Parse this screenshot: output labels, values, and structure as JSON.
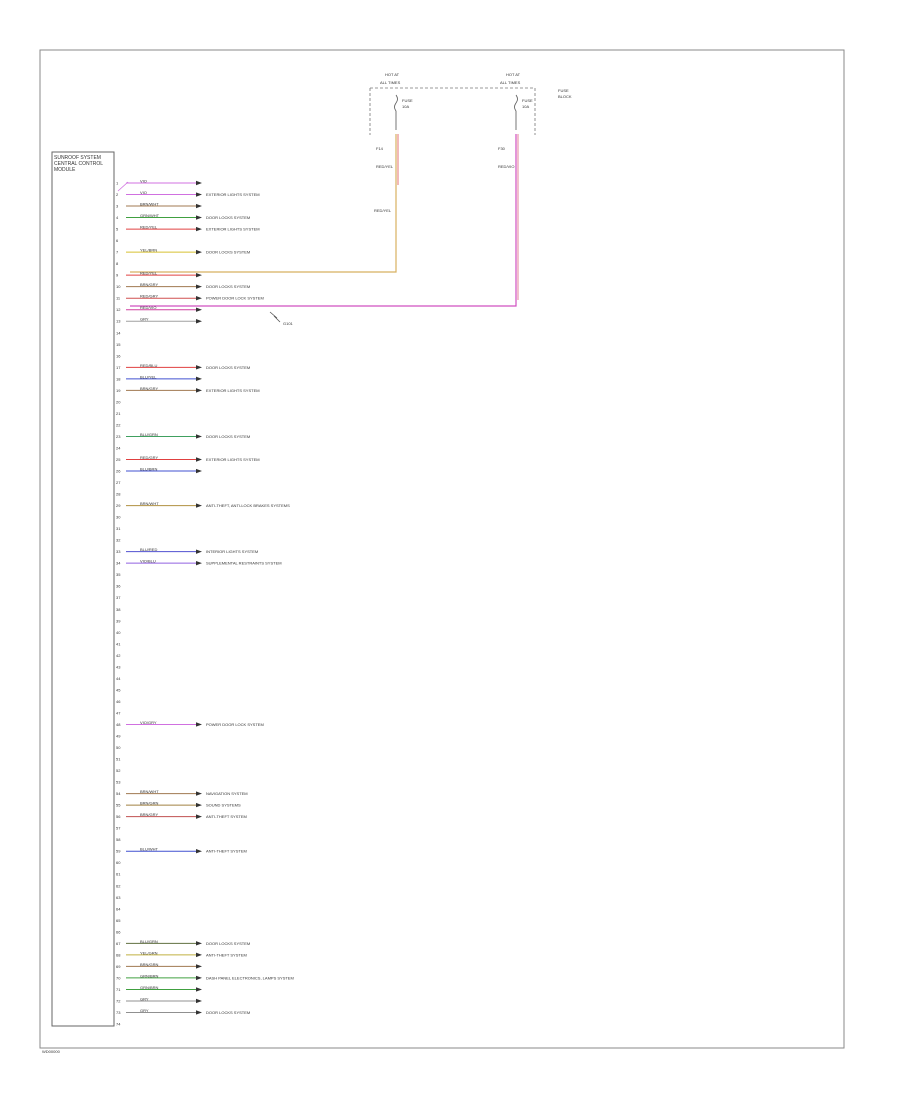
{
  "module": {
    "title_lines": [
      "SUNROOF SYSTEM",
      "CENTRAL CONTROL",
      "MODULE"
    ]
  },
  "fuses": [
    {
      "header_lines": [
        "HOT AT",
        "ALL TIMES"
      ],
      "fuse_label": "FUSE",
      "fuse_rating": "10A",
      "wire_id": "F14",
      "wire_color": "RED/YEL"
    },
    {
      "header_lines": [
        "HOT AT",
        "ALL TIMES"
      ],
      "fuse_label": "FUSE",
      "fuse_rating": "10A",
      "wire_id": "F30",
      "wire_color": "RED/VIO"
    }
  ],
  "fuse_box_label_lines": [
    "FUSE",
    "BLOCK"
  ],
  "ground_label": "G101",
  "connectors": [
    {
      "pin": "1",
      "wire": "VIO",
      "color": "#d070e0",
      "dest": ""
    },
    {
      "pin": "2",
      "wire": "VIO",
      "color": "#d070e0",
      "dest": "EXTERIOR LIGHTS SYSTEM"
    },
    {
      "pin": "3",
      "wire": "BRN/WHT",
      "color": "#a07850",
      "dest": ""
    },
    {
      "pin": "4",
      "wire": "GRN/WHT",
      "color": "#40a040",
      "dest": "DOOR LOCKS SYSTEM"
    },
    {
      "pin": "5",
      "wire": "RED/YEL",
      "color": "#e04040",
      "dest": "EXTERIOR LIGHTS SYSTEM"
    },
    {
      "pin": "6",
      "wire": "",
      "color": "",
      "dest": ""
    },
    {
      "pin": "7",
      "wire": "YEL/BRN",
      "color": "#d8c030",
      "dest": "DOOR LOCKS SYSTEM"
    },
    {
      "pin": "8",
      "wire": "",
      "color": "",
      "dest": ""
    },
    {
      "pin": "9",
      "wire": "RED/YEL",
      "color": "#e04040",
      "dest": ""
    },
    {
      "pin": "10",
      "wire": "BRN/GRY",
      "color": "#a07850",
      "dest": "DOOR LOCKS SYSTEM"
    },
    {
      "pin": "11",
      "wire": "RED/GRY",
      "color": "#d05050",
      "dest": "POWER DOOR LOCK SYSTEM"
    },
    {
      "pin": "12",
      "wire": "RED/VIO",
      "color": "#d040a0",
      "dest": ""
    },
    {
      "pin": "13",
      "wire": "GRY",
      "color": "#a0a0a0",
      "dest": ""
    },
    {
      "pin": "14",
      "wire": "",
      "color": "",
      "dest": ""
    },
    {
      "pin": "15",
      "wire": "",
      "color": "",
      "dest": ""
    },
    {
      "pin": "16",
      "wire": "",
      "color": "",
      "dest": ""
    },
    {
      "pin": "17",
      "wire": "RED/BLU",
      "color": "#e04040",
      "dest": "DOOR LOCKS SYSTEM"
    },
    {
      "pin": "18",
      "wire": "BLU/YEL",
      "color": "#4050d0",
      "dest": ""
    },
    {
      "pin": "19",
      "wire": "BRN/GRY",
      "color": "#a07850",
      "dest": "EXTERIOR LIGHTS SYSTEM"
    },
    {
      "pin": "20",
      "wire": "",
      "color": "",
      "dest": ""
    },
    {
      "pin": "21",
      "wire": "",
      "color": "",
      "dest": ""
    },
    {
      "pin": "22",
      "wire": "",
      "color": "",
      "dest": ""
    },
    {
      "pin": "23",
      "wire": "BLU/GRN",
      "color": "#40a060",
      "dest": "DOOR LOCKS SYSTEM"
    },
    {
      "pin": "24",
      "wire": "",
      "color": "",
      "dest": ""
    },
    {
      "pin": "25",
      "wire": "RED/GRY",
      "color": "#e04040",
      "dest": "EXTERIOR LIGHTS SYSTEM"
    },
    {
      "pin": "26",
      "wire": "BLU/BRN",
      "color": "#4050d0",
      "dest": ""
    },
    {
      "pin": "27",
      "wire": "",
      "color": "",
      "dest": ""
    },
    {
      "pin": "28",
      "wire": "",
      "color": "",
      "dest": ""
    },
    {
      "pin": "29",
      "wire": "BRN/WHT",
      "color": "#b09040",
      "dest": "ANTI-THEFT, ANTI-LOCK BRAKES SYSTEMS"
    },
    {
      "pin": "30",
      "wire": "",
      "color": "",
      "dest": ""
    },
    {
      "pin": "31",
      "wire": "",
      "color": "",
      "dest": ""
    },
    {
      "pin": "32",
      "wire": "",
      "color": "",
      "dest": ""
    },
    {
      "pin": "33",
      "wire": "BLU/RED",
      "color": "#5050d0",
      "dest": "INTERIOR LIGHTS SYSTEM"
    },
    {
      "pin": "34",
      "wire": "VIO/BLU",
      "color": "#9060e0",
      "dest": "SUPPLEMENTAL RESTRAINTS SYSTEM"
    },
    {
      "pin": "35",
      "wire": "",
      "color": "",
      "dest": ""
    },
    {
      "pin": "36",
      "wire": "",
      "color": "",
      "dest": ""
    },
    {
      "pin": "37",
      "wire": "",
      "color": "",
      "dest": ""
    },
    {
      "pin": "38",
      "wire": "",
      "color": "",
      "dest": ""
    },
    {
      "pin": "39",
      "wire": "",
      "color": "",
      "dest": ""
    },
    {
      "pin": "40",
      "wire": "",
      "color": "",
      "dest": ""
    },
    {
      "pin": "41",
      "wire": "",
      "color": "",
      "dest": ""
    },
    {
      "pin": "42",
      "wire": "",
      "color": "",
      "dest": ""
    },
    {
      "pin": "43",
      "wire": "",
      "color": "",
      "dest": ""
    },
    {
      "pin": "44",
      "wire": "",
      "color": "",
      "dest": ""
    },
    {
      "pin": "45",
      "wire": "",
      "color": "",
      "dest": ""
    },
    {
      "pin": "46",
      "wire": "",
      "color": "",
      "dest": ""
    },
    {
      "pin": "47",
      "wire": "",
      "color": "",
      "dest": ""
    },
    {
      "pin": "48",
      "wire": "VIO/GRY",
      "color": "#d070e0",
      "dest": "POWER DOOR LOCK SYSTEM"
    },
    {
      "pin": "49",
      "wire": "",
      "color": "",
      "dest": ""
    },
    {
      "pin": "50",
      "wire": "",
      "color": "",
      "dest": ""
    },
    {
      "pin": "51",
      "wire": "",
      "color": "",
      "dest": ""
    },
    {
      "pin": "52",
      "wire": "",
      "color": "",
      "dest": ""
    },
    {
      "pin": "53",
      "wire": "",
      "color": "",
      "dest": ""
    },
    {
      "pin": "54",
      "wire": "BRN/WHT",
      "color": "#a07850",
      "dest": "NAVIGATION SYSTEM"
    },
    {
      "pin": "55",
      "wire": "BRN/GRN",
      "color": "#a08040",
      "dest": "SOUND SYSTEMS"
    },
    {
      "pin": "56",
      "wire": "BRN/GRY",
      "color": "#c05050",
      "dest": "ANTI-THEFT SYSTEM"
    },
    {
      "pin": "57",
      "wire": "",
      "color": "",
      "dest": ""
    },
    {
      "pin": "58",
      "wire": "",
      "color": "",
      "dest": ""
    },
    {
      "pin": "59",
      "wire": "BLU/WHT",
      "color": "#4050d0",
      "dest": "ANTI-THEFT SYSTEM"
    },
    {
      "pin": "60",
      "wire": "",
      "color": "",
      "dest": ""
    },
    {
      "pin": "61",
      "wire": "",
      "color": "",
      "dest": ""
    },
    {
      "pin": "62",
      "wire": "",
      "color": "",
      "dest": ""
    },
    {
      "pin": "63",
      "wire": "",
      "color": "",
      "dest": ""
    },
    {
      "pin": "64",
      "wire": "",
      "color": "",
      "dest": ""
    },
    {
      "pin": "65",
      "wire": "",
      "color": "",
      "dest": ""
    },
    {
      "pin": "66",
      "wire": "",
      "color": "",
      "dest": ""
    },
    {
      "pin": "67",
      "wire": "BLU/GRN",
      "color": "#607040",
      "dest": "DOOR LOCKS SYSTEM"
    },
    {
      "pin": "68",
      "wire": "YEL/GRN",
      "color": "#c0b040",
      "dest": "ANTI-THEFT SYSTEM"
    },
    {
      "pin": "69",
      "wire": "BRN/GRN",
      "color": "#a07850",
      "dest": ""
    },
    {
      "pin": "70",
      "wire": "GRN/BRN",
      "color": "#40a040",
      "dest": "DASH PANEL ELECTRONICS, LAMPS SYSTEM"
    },
    {
      "pin": "71",
      "wire": "GRN/BRN",
      "color": "#40a040",
      "dest": ""
    },
    {
      "pin": "72",
      "wire": "GRY",
      "color": "#909090",
      "dest": ""
    },
    {
      "pin": "73",
      "wire": "GRY",
      "color": "#909090",
      "dest": "DOOR LOCKS SYSTEM"
    },
    {
      "pin": "74",
      "wire": "",
      "color": "",
      "dest": ""
    }
  ],
  "page_code": "WD00000"
}
